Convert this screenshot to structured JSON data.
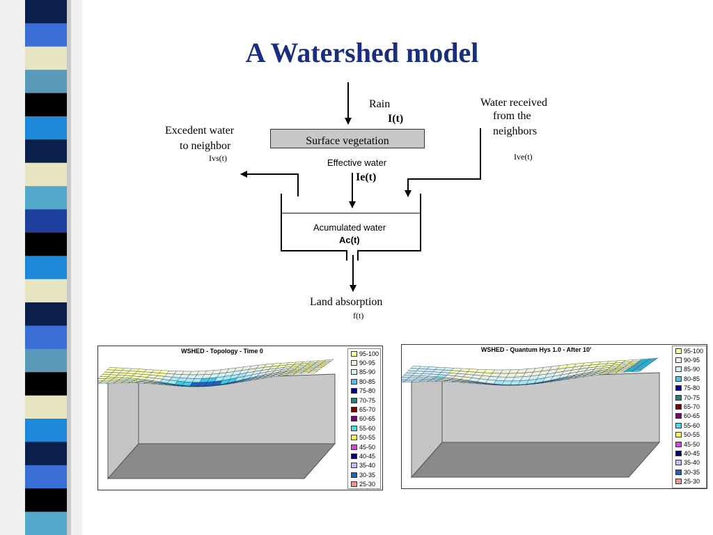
{
  "title": "A Watershed model",
  "stripe_colors": [
    "#0a1f4a",
    "#3a6fd8",
    "#e8e6c0",
    "#5a9ab8",
    "#000000",
    "#1e88d8",
    "#0a1f4a",
    "#e8e6c0",
    "#55aacc",
    "#2040a0",
    "#000000",
    "#1e88d8",
    "#e8e6c0",
    "#0a1f4a",
    "#3a6fd8",
    "#5a9ab8",
    "#000000",
    "#e8e6c0",
    "#1e88d8",
    "#0a1f4a",
    "#3a6fd8",
    "#000000",
    "#55aacc"
  ],
  "diagram": {
    "rain": "Rain",
    "rain_sym": "I(t)",
    "water_received_1": "Water received",
    "water_received_2": "from the",
    "water_received_3": "neighbors",
    "lve": "Ive(t)",
    "excedent_1": "Excedent water",
    "excedent_2": "to neighbor",
    "lvs": "Ivs(t)",
    "surface_vegetation": "Surface vegetation",
    "effective_water": "Effective water",
    "ie": "Ie(t)",
    "accumulated": "Acumulated water",
    "ac": "Ac(t)",
    "land_absorption": "Land absorption",
    "f": "f(t)"
  },
  "charts": [
    {
      "title": "WSHED - Topology - Time 0",
      "legend": [
        {
          "label": "95-100",
          "color": "#ffffa0"
        },
        {
          "label": "90-95",
          "color": "#f4f4e0"
        },
        {
          "label": "85-90",
          "color": "#d8f4f8"
        },
        {
          "label": "80-85",
          "color": "#40c8e8"
        },
        {
          "label": "75-80",
          "color": "#0000a0"
        },
        {
          "label": "70-75",
          "color": "#208080"
        },
        {
          "label": "65-70",
          "color": "#800000"
        },
        {
          "label": "60-65",
          "color": "#800080"
        },
        {
          "label": "55-60",
          "color": "#40e0e0"
        },
        {
          "label": "50-55",
          "color": "#ffff40"
        },
        {
          "label": "45-50",
          "color": "#e040e0"
        },
        {
          "label": "40-45",
          "color": "#000080"
        },
        {
          "label": "35-40",
          "color": "#c0c0ff"
        },
        {
          "label": "30-35",
          "color": "#2060c0"
        },
        {
          "label": "25-30",
          "color": "#ff9090"
        }
      ]
    },
    {
      "title": "WSHED - Quantum Hys 1.0 - After 10'",
      "legend": [
        {
          "label": "95-100",
          "color": "#ffffa0"
        },
        {
          "label": "90-95",
          "color": "#f4f4e0"
        },
        {
          "label": "85-90",
          "color": "#d8f4f8"
        },
        {
          "label": "80-85",
          "color": "#40c8e8"
        },
        {
          "label": "75-80",
          "color": "#0000a0"
        },
        {
          "label": "70-75",
          "color": "#208080"
        },
        {
          "label": "65-70",
          "color": "#800000"
        },
        {
          "label": "60-65",
          "color": "#800080"
        },
        {
          "label": "55-60",
          "color": "#40e0e0"
        },
        {
          "label": "50-55",
          "color": "#ffff40"
        },
        {
          "label": "45-50",
          "color": "#e040e0"
        },
        {
          "label": "40-45",
          "color": "#000080"
        },
        {
          "label": "35-40",
          "color": "#c0c0ff"
        },
        {
          "label": "30-35",
          "color": "#2060c0"
        },
        {
          "label": "25-30",
          "color": "#ff9090"
        }
      ]
    }
  ]
}
